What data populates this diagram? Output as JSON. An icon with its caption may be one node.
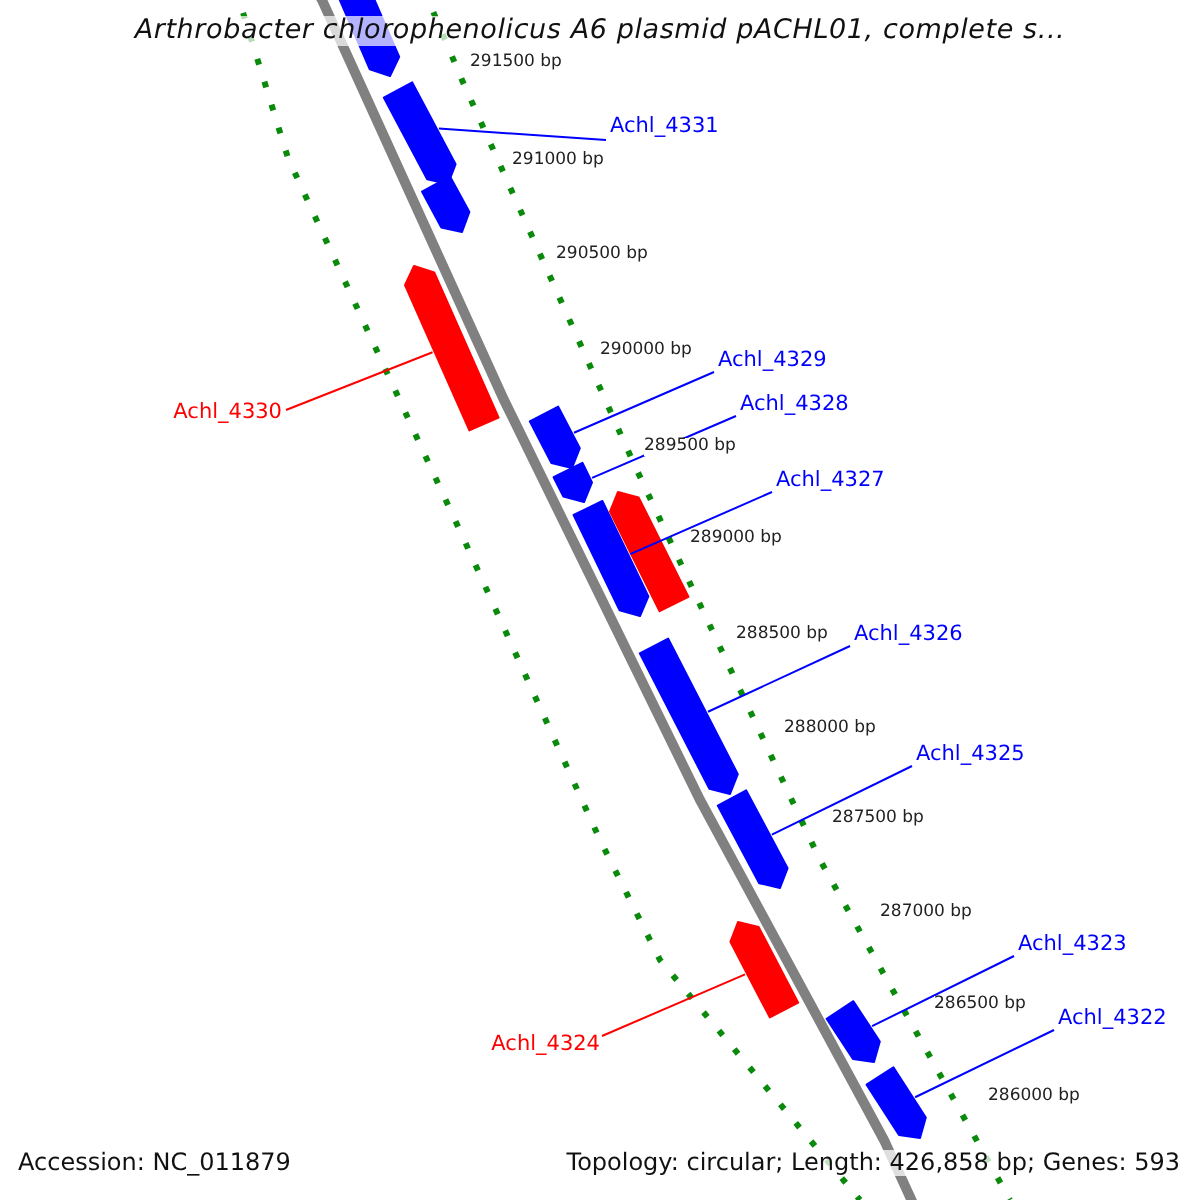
{
  "diagram": {
    "title": "Arthrobacter chlorophenolicus A6 plasmid pACHL01, complete s...",
    "nodes": [
      {
        "text": [],
        "shape": "bar"
      },
      {
        "text": [],
        "shape": "bar"
      },
      {
        "text": [],
        "shape": "bar"
      },
      {
        "text": [],
        "shape": "bar"
      },
      {
        "text": [],
        "shape": "bar"
      },
      {
        "text": [],
        "shape": "bar"
      },
      {
        "text": [],
        "shape": "bar"
      },
      {
        "text": [],
        "shape": "bar"
      },
      {
        "text": [],
        "shape": "bar"
      },
      {
        "text": [],
        "shape": "bar"
      },
      {
        "text": [],
        "shape": "bar"
      },
      {
        "text": [],
        "shape": "bar"
      },
      {
        "text": [],
        "shape": "bar"
      },
      {
        "text": [
          "Achl_4331"
        ]
      },
      {
        "text": [
          "Achl_4330"
        ]
      },
      {
        "text": [
          "Achl_4329"
        ]
      },
      {
        "text": [
          "Achl_4328"
        ]
      },
      {
        "text": [
          "Achl_4327"
        ]
      },
      {
        "text": [
          "Achl_4326"
        ]
      },
      {
        "text": [
          "Achl_4325"
        ]
      },
      {
        "text": [
          "Achl_4324"
        ]
      },
      {
        "text": [
          "Achl_4323"
        ]
      },
      {
        "text": [
          "Achl_4322"
        ]
      }
    ],
    "edges": [
      {
        "from": 13,
        "to": 1,
        "arrow": "none"
      },
      {
        "from": 14,
        "to": 3,
        "arrow": "none",
        "color": "#ff0000"
      },
      {
        "from": 15,
        "to": 4,
        "arrow": "none"
      },
      {
        "from": 16,
        "to": 5,
        "arrow": "none"
      },
      {
        "from": 17,
        "to": 6,
        "arrow": "none"
      },
      {
        "from": 18,
        "to": 8,
        "arrow": "none"
      },
      {
        "from": 19,
        "to": 9,
        "arrow": "none"
      },
      {
        "from": 20,
        "to": 10,
        "arrow": "none",
        "color": "#ff0000"
      },
      {
        "from": 21,
        "to": 11,
        "arrow": "none"
      },
      {
        "from": 22,
        "to": 12,
        "arrow": "none"
      }
    ],
    "labels": [
      "291500 bp",
      "291000 bp",
      "290500 bp",
      "290000 bp",
      "289500 bp",
      "289000 bp",
      "288500 bp",
      "288000 bp",
      "287500 bp",
      "287000 bp",
      "286500 bp",
      "286000 bp",
      "Accession: NC_011879",
      "Topology: circular; Length: 426,858 bp; Genes: 593"
    ]
  }
}
